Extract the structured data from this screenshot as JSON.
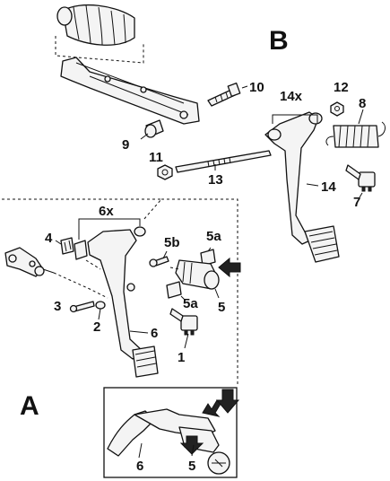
{
  "sections": {
    "a": "A",
    "b": "B"
  },
  "labels": {
    "p1": "1",
    "p2": "2",
    "p3": "3",
    "p4": "4",
    "p5": "5",
    "p5_inset": "5",
    "p5a_top": "5a",
    "p5a_bottom": "5a",
    "p5b": "5b",
    "p6": "6",
    "p6_inset": "6",
    "p6x": "6x",
    "p7": "7",
    "p8": "8",
    "p9": "9",
    "p10": "10",
    "p11": "11",
    "p12": "12",
    "p13": "13",
    "p14": "14",
    "p14x": "14x"
  },
  "colors": {
    "line": "#111111",
    "fill": "#f4f4f4",
    "background": "#ffffff"
  }
}
